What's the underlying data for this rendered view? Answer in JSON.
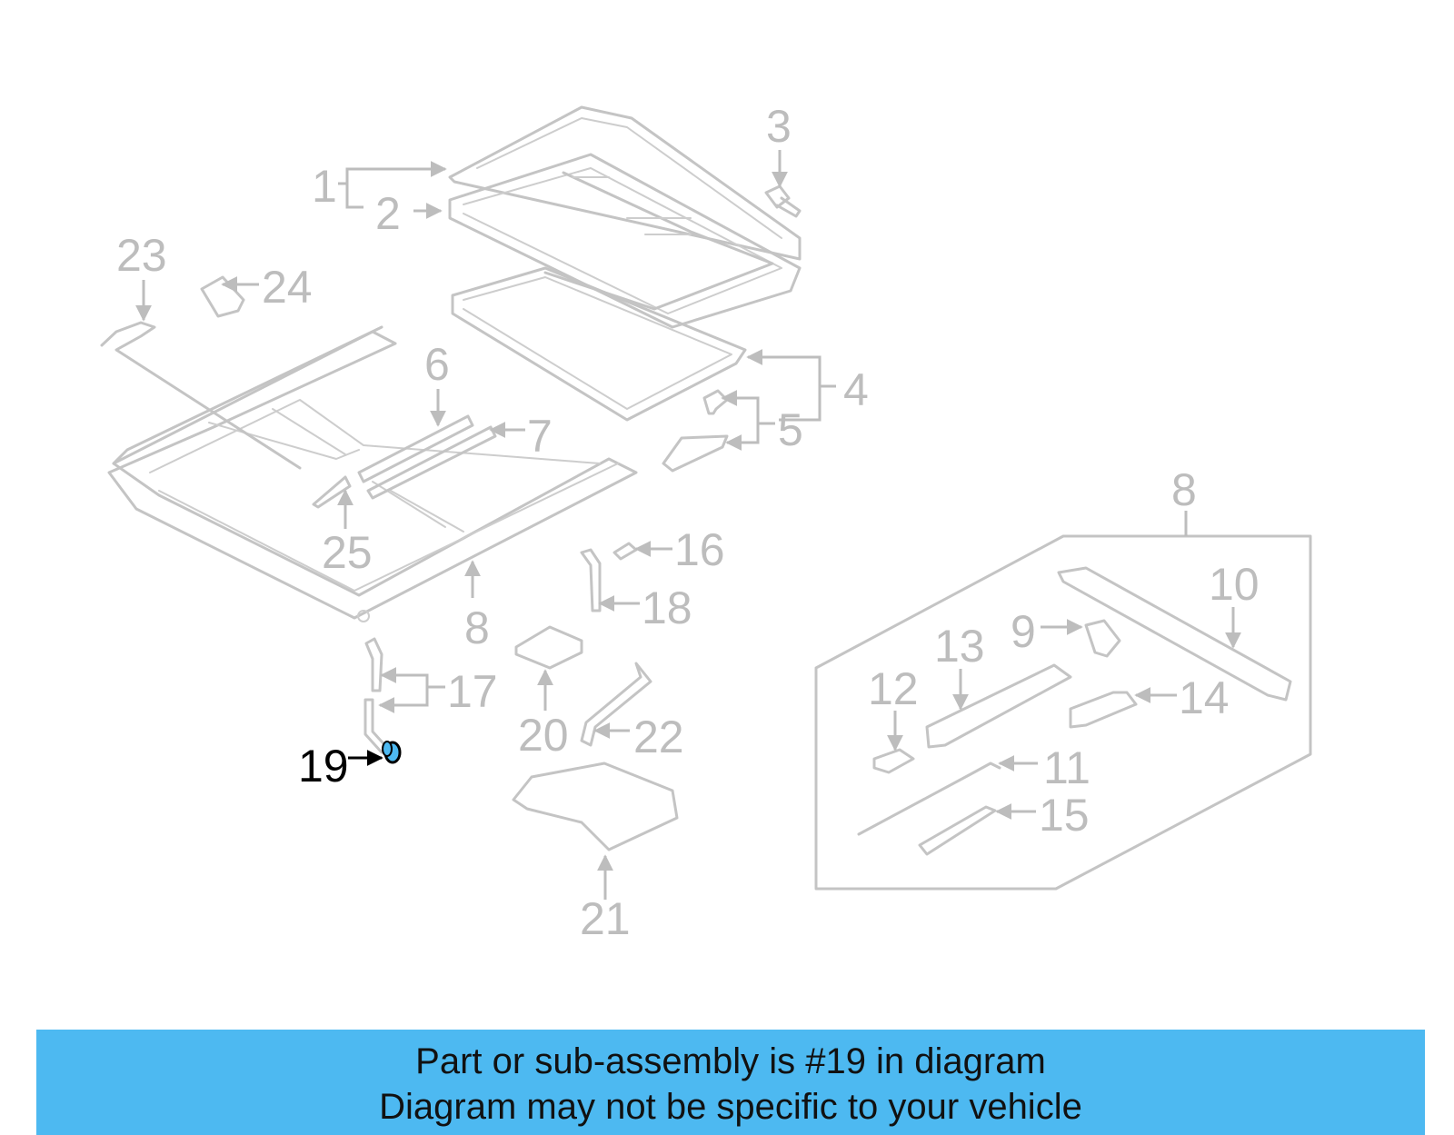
{
  "highlight_color": "#4db9f1",
  "highlighted_part": "19",
  "callouts": [
    "1",
    "2",
    "3",
    "4",
    "5",
    "6",
    "7",
    "8",
    "8",
    "9",
    "10",
    "11",
    "12",
    "13",
    "14",
    "15",
    "16",
    "17",
    "18",
    "19",
    "20",
    "21",
    "22",
    "23",
    "24",
    "25"
  ],
  "banner": {
    "line1": "Part or sub-assembly is #19 in diagram",
    "line2": "Diagram may not be specific to your vehicle"
  }
}
